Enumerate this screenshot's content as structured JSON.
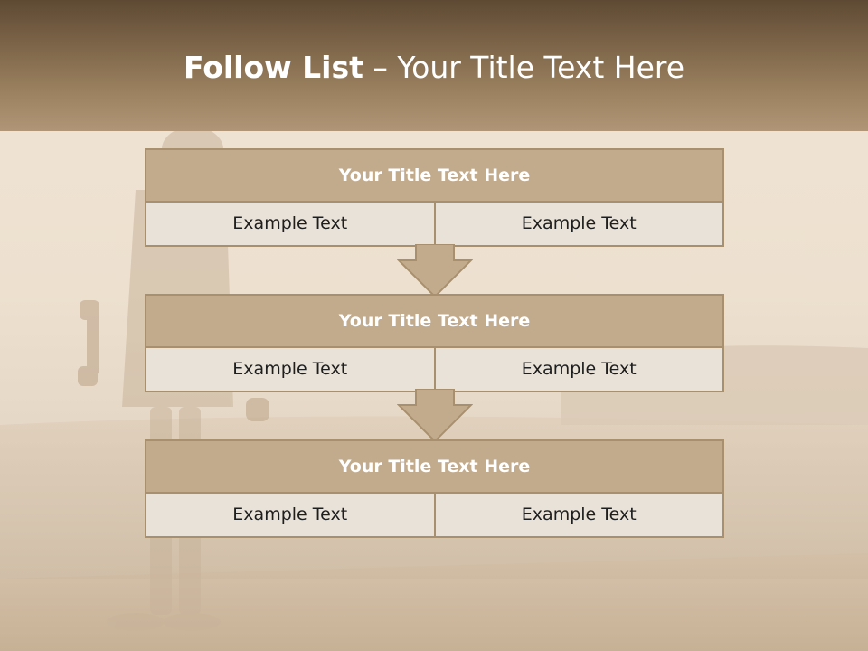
{
  "slide": {
    "title_bold": "Follow List",
    "title_rest": " – Your Title Text Here"
  },
  "cards": [
    {
      "title": "Your Title Text Here",
      "left": "Example Text",
      "right": "Example Text"
    },
    {
      "title": "Your Title Text Here",
      "left": "Example Text",
      "right": "Example Text"
    },
    {
      "title": "Your Title Text Here",
      "left": "Example Text",
      "right": "Example Text"
    }
  ],
  "colors": {
    "header_band": "#7d6549",
    "card_title_fill": "#c2ab8c",
    "card_border": "#a8906f",
    "cell_fill": "#e9e2d8",
    "arrow_fill": "#c2ab8c"
  }
}
